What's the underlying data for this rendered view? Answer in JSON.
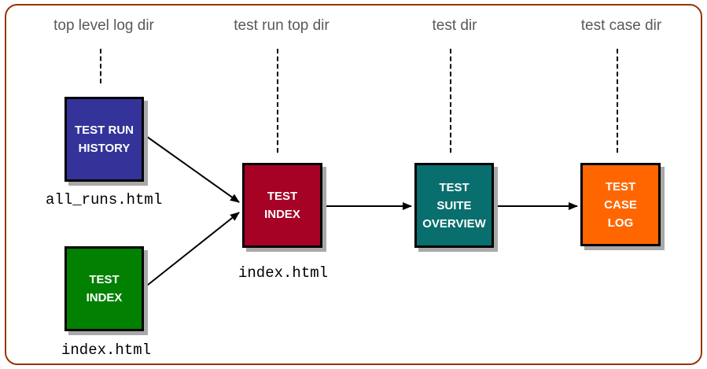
{
  "frame": {
    "border_color": "#993300"
  },
  "columns": [
    {
      "label": "top level log dir"
    },
    {
      "label": "test run top dir"
    },
    {
      "label": "test dir"
    },
    {
      "label": "test case dir"
    }
  ],
  "nodes": {
    "test_run_history": {
      "label": "TEST RUN\nHISTORY",
      "color": "#333399",
      "file": "all_runs.html"
    },
    "test_index_top": {
      "label": "TEST\nINDEX",
      "color": "#018001",
      "file": "index.html"
    },
    "test_index_run": {
      "label": "TEST\nINDEX",
      "color": "#A60226",
      "file": "index.html"
    },
    "test_suite_overview": {
      "label": "TEST\nSUITE\nOVERVIEW",
      "color": "#086E6E"
    },
    "test_case_log": {
      "label": "TEST\nCASE\nLOG",
      "color": "#FF6600"
    }
  },
  "arrow_color": "#000000"
}
